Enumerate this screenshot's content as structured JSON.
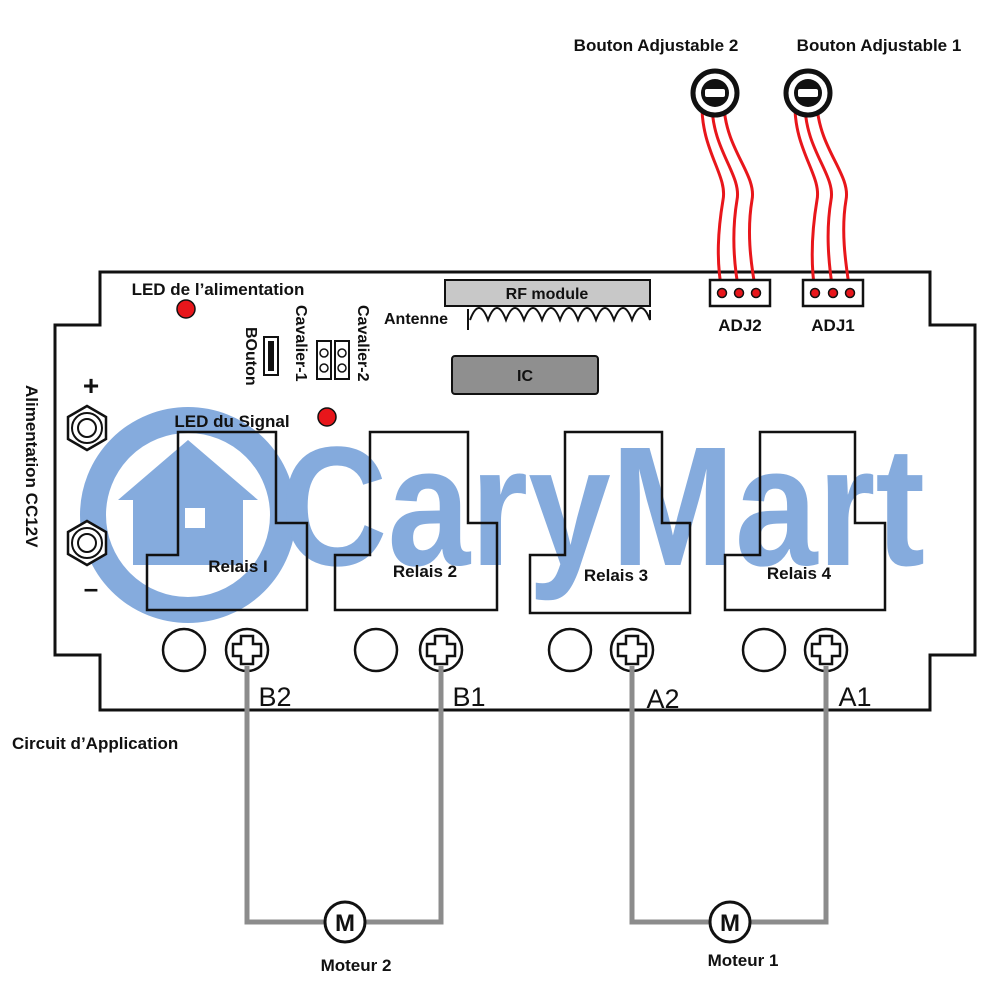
{
  "watermark": {
    "text": "CaryMart",
    "color": "#7fa7dc"
  },
  "adjust_buttons": [
    {
      "label": "Bouton Adjustable 2"
    },
    {
      "label": "Bouton Adjustable 1"
    }
  ],
  "connectors": [
    {
      "label": "ADJ2"
    },
    {
      "label": "ADJ1"
    }
  ],
  "board": {
    "power_led_label": "LED de l’alimentation",
    "rf_module_label": "RF module",
    "antenna_label": "Antenne",
    "ic_label": "IC",
    "button_label": "BOuton",
    "jumper1_label": "Cavalier-1",
    "jumper2_label": "Cavalier-2",
    "signal_led_label": "LED du Signal",
    "power_supply_label": "Alimentation CC12V",
    "plus_label": "+",
    "minus_label": "–",
    "relays": [
      "Relais I",
      "Relais 2",
      "Relais 3",
      "Relais 4"
    ],
    "terminals": [
      "B2",
      "B1",
      "A2",
      "A1"
    ]
  },
  "application_circuit_label": "Circuit d’Application",
  "motors": [
    {
      "symbol": "M",
      "label": "Moteur 2"
    },
    {
      "symbol": "M",
      "label": "Moteur  1"
    }
  ],
  "colors": {
    "led": "#e8161b",
    "wire_red": "#e8161b",
    "wire_gray": "#8c8c8c",
    "module_gray": "#c8c8c8",
    "ic_gray": "#8f8f8f"
  }
}
